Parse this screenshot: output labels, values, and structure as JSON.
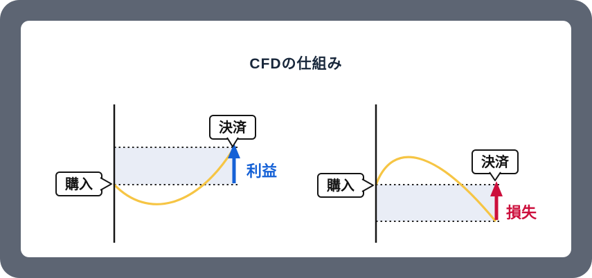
{
  "title": "CFDの仕組み",
  "left_diagram": {
    "buy_label": "購入",
    "settle_label": "決済",
    "result_label": "利益"
  },
  "right_diagram": {
    "buy_label": "購入",
    "settle_label": "決済",
    "result_label": "損失"
  },
  "colors": {
    "frame": "#5d6573",
    "card": "#ffffff",
    "title_text": "#17263a",
    "line_black": "#141414",
    "curve_yellow": "#f6c544",
    "profit_blue": "#1561d6",
    "loss_red": "#cc0f3c",
    "band_fill": "#e9edf6"
  }
}
